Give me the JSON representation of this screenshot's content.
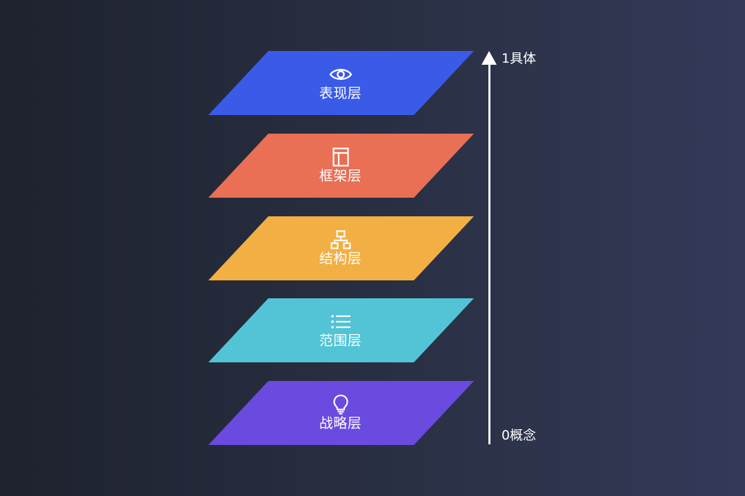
{
  "diagram": {
    "layers": [
      {
        "label": "表现层",
        "icon": "eye-icon",
        "color": "#3a5ae8"
      },
      {
        "label": "框架层",
        "icon": "layout-icon",
        "color": "#e96f55"
      },
      {
        "label": "结构层",
        "icon": "hierarchy-icon",
        "color": "#f2af44"
      },
      {
        "label": "范围层",
        "icon": "list-icon",
        "color": "#52c4d6"
      },
      {
        "label": "战略层",
        "icon": "lightbulb-icon",
        "color": "#6b4ae0"
      }
    ],
    "axis": {
      "top_label": "1具体",
      "bottom_label": "0概念"
    }
  }
}
